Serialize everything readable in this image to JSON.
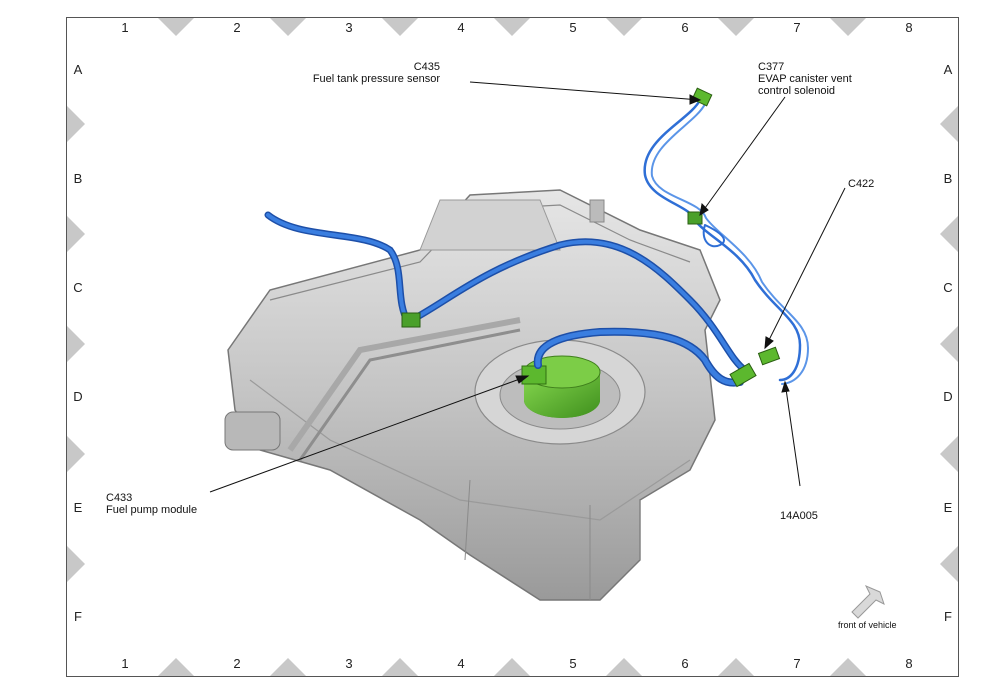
{
  "grid": {
    "columns": [
      "1",
      "2",
      "3",
      "4",
      "5",
      "6",
      "7",
      "8"
    ],
    "rows": [
      "A",
      "B",
      "C",
      "D",
      "E",
      "F"
    ]
  },
  "callouts": {
    "c435": {
      "code": "C435",
      "desc": "Fuel tank pressure sensor"
    },
    "c377": {
      "code": "C377",
      "desc_line1": "EVAP canister vent",
      "desc_line2": "control solenoid"
    },
    "c422": {
      "code": "C422"
    },
    "c433": {
      "code": "C433",
      "desc": "Fuel pump module"
    },
    "part": {
      "code": "14A005"
    }
  },
  "orientation": {
    "label": "front of vehicle",
    "icon": "arrow-down-left-icon"
  },
  "colors": {
    "hose": "#2f6fd6",
    "hose_dark": "#1d4fa8",
    "connector": "#5cb82e",
    "tank": "#c9c9c9"
  }
}
